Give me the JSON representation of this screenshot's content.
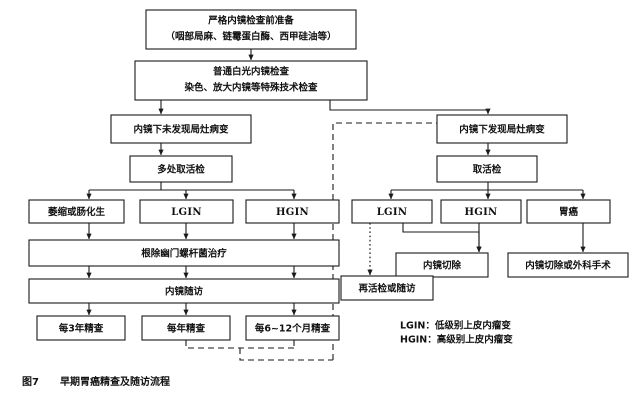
{
  "figure": {
    "caption_label": "图7",
    "caption_title": "早期胃癌精查及随访流程"
  },
  "nodes": {
    "prep": {
      "line1": "严格内镜检查前准备",
      "line2": "（咽部局麻、链霉蛋白酶、西甲硅油等）"
    },
    "whitelight": {
      "line1": "普通白光内镜检查",
      "line2": "染色、放大内镜等特殊技术检查"
    },
    "no_focal": {
      "label": "内镜下未发现局灶病变"
    },
    "multi_biopsy": {
      "label": "多处取活检"
    },
    "atrophy": {
      "label": "萎缩或肠化生"
    },
    "lgin_left": {
      "label": "LGIN"
    },
    "hgin_left": {
      "label": "HGIN"
    },
    "hp_eradication": {
      "label": "根除幽门螺杆菌治疗"
    },
    "endoscopic_followup": {
      "label": "内镜随访"
    },
    "every_3_years": {
      "label": "每3年精查"
    },
    "every_year": {
      "label": "每年精查"
    },
    "every_6_12_months": {
      "label": "每6~12个月精查"
    },
    "focal_found": {
      "label": "内镜下发现局灶病变"
    },
    "biopsy": {
      "label": "取活检"
    },
    "lgin_right": {
      "label": "LGIN"
    },
    "hgin_right": {
      "label": "HGIN"
    },
    "gastric_cancer": {
      "label": "胃癌"
    },
    "endoscopic_resection": {
      "label": "内镜切除"
    },
    "resection_or_surgery": {
      "label": "内镜切除或外科手术"
    },
    "rebiopsy_or_followup": {
      "label": "再活检或随访"
    }
  },
  "legend": {
    "lgin": "LGIN：低级别上皮内瘤变",
    "hgin": "HGIN：高级别上皮内瘤变"
  },
  "colors": {
    "ink": "#1a1a1a",
    "box_fill": "#ffffff",
    "page_bg": "#ffffff"
  },
  "chart_data": {
    "type": "diagram",
    "title": "早期胃癌精查及随访流程",
    "flow_edges": [
      {
        "from": "prep",
        "to": "whitelight",
        "style": "solid"
      },
      {
        "from": "whitelight",
        "to": "no_focal",
        "style": "solid"
      },
      {
        "from": "whitelight",
        "to": "focal_found",
        "style": "solid"
      },
      {
        "from": "no_focal",
        "to": "multi_biopsy",
        "style": "solid"
      },
      {
        "from": "multi_biopsy",
        "to": "atrophy",
        "style": "solid"
      },
      {
        "from": "multi_biopsy",
        "to": "lgin_left",
        "style": "solid"
      },
      {
        "from": "multi_biopsy",
        "to": "hgin_left",
        "style": "solid"
      },
      {
        "from": "atrophy",
        "to": "hp_eradication",
        "style": "solid"
      },
      {
        "from": "lgin_left",
        "to": "hp_eradication",
        "style": "solid"
      },
      {
        "from": "hgin_left",
        "to": "hp_eradication",
        "style": "solid"
      },
      {
        "from": "hp_eradication",
        "to": "endoscopic_followup",
        "style": "solid"
      },
      {
        "from": "endoscopic_followup",
        "to": "every_3_years",
        "style": "solid"
      },
      {
        "from": "endoscopic_followup",
        "to": "every_year",
        "style": "solid"
      },
      {
        "from": "endoscopic_followup",
        "to": "every_6_12_months",
        "style": "solid"
      },
      {
        "from": "every_year",
        "to": "focal_found",
        "style": "dashed"
      },
      {
        "from": "every_6_12_months",
        "to": "focal_found",
        "style": "dashed"
      },
      {
        "from": "focal_found",
        "to": "biopsy",
        "style": "solid"
      },
      {
        "from": "biopsy",
        "to": "lgin_right",
        "style": "solid"
      },
      {
        "from": "biopsy",
        "to": "hgin_right",
        "style": "solid"
      },
      {
        "from": "biopsy",
        "to": "gastric_cancer",
        "style": "solid"
      },
      {
        "from": "lgin_right",
        "to": "endoscopic_resection",
        "style": "solid"
      },
      {
        "from": "hgin_right",
        "to": "endoscopic_resection",
        "style": "solid"
      },
      {
        "from": "lgin_right",
        "to": "rebiopsy_or_followup",
        "style": "dotted"
      },
      {
        "from": "gastric_cancer",
        "to": "resection_or_surgery",
        "style": "solid"
      }
    ]
  }
}
